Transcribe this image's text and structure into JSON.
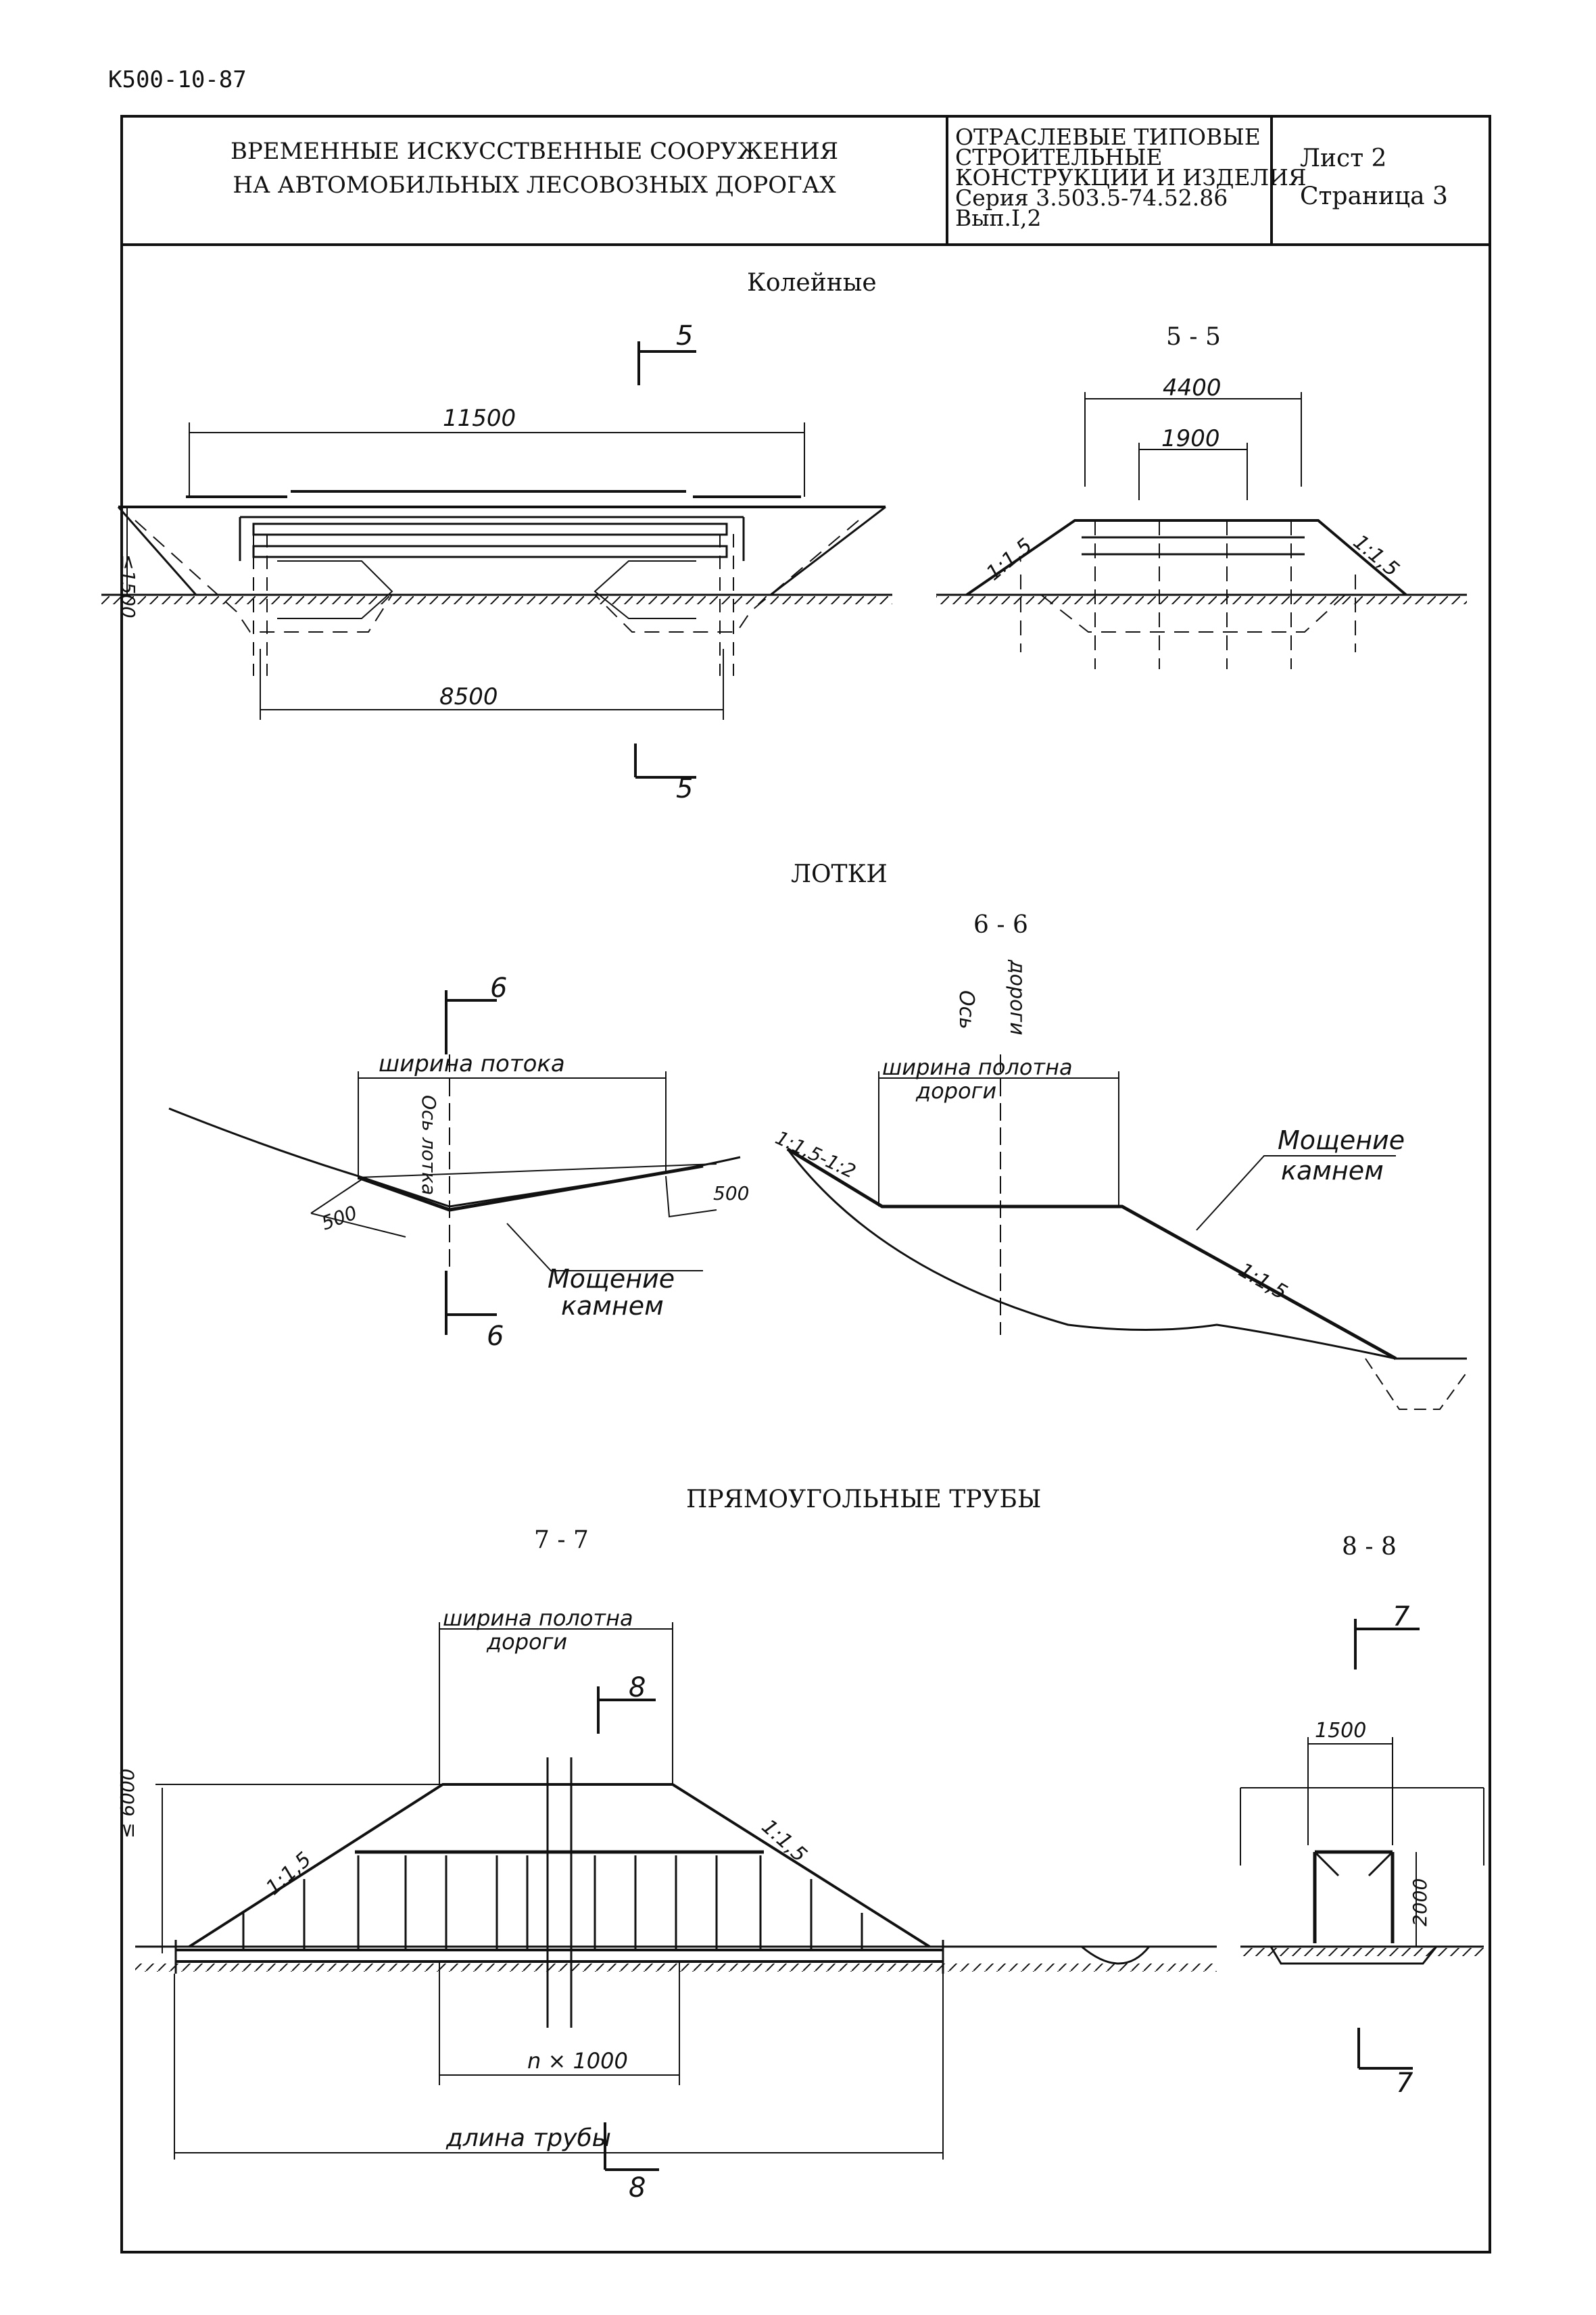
{
  "header": {
    "doc_code": "К500-10-87",
    "title_line1": "ВРЕМЕННЫЕ ИСКУССТВЕННЫЕ СООРУЖЕНИЯ",
    "title_line2": "НА АВТОМОБИЛЬНЫХ ЛЕСОВОЗНЫХ ДОРОГАХ",
    "series_lines": [
      "ОТРАСЛЕВЫЕ ТИПОВЫЕ",
      "СТРОИТЕЛЬНЫЕ",
      "КОНСТРУКЦИИ И ИЗДЕЛИЯ",
      "Серия 3.503.5-74.52.86",
      "Вып.I,2"
    ],
    "sheet": "Лист 2",
    "page": "Страница 3"
  },
  "sections": {
    "koleinye": {
      "title": "Колейные",
      "cut_mark": "5",
      "section_label": "5 - 5",
      "dim_total": "11500",
      "dim_span": "8500",
      "dim_height": "≤1500",
      "dim_section_top": "4400",
      "dim_section_inner": "1900",
      "slope": "1:1,5"
    },
    "lotki": {
      "title": "ЛОТКИ",
      "section_label": "6 - 6",
      "cut_mark": "6",
      "flow_width": "ширина потока",
      "tray_axis": "Ось лотка",
      "dim_500": "500",
      "paving_line1": "Мощение",
      "paving_line2": "камнем",
      "road_axis_line1": "Ось",
      "road_axis_line2": "дороги",
      "roadbed_line1": "ширина полотна",
      "roadbed_line2": "дороги",
      "slope_left": "1:1,5-1:2",
      "slope_right": "1:1,5"
    },
    "truby": {
      "title": "ПРЯМОУГОЛЬНЫЕ ТРУБЫ",
      "section_left": "7 - 7",
      "section_right": "8 - 8",
      "roadbed_line1": "ширина полотна",
      "roadbed_line2": "дороги",
      "cut_8": "8",
      "cut_7": "7",
      "dim_height": "≤ 6000",
      "slope": "1:1,5",
      "dim_n": "n × 1000",
      "pipe_length": "длина трубы",
      "dim_1500": "1500",
      "dim_2000": "2000"
    }
  }
}
